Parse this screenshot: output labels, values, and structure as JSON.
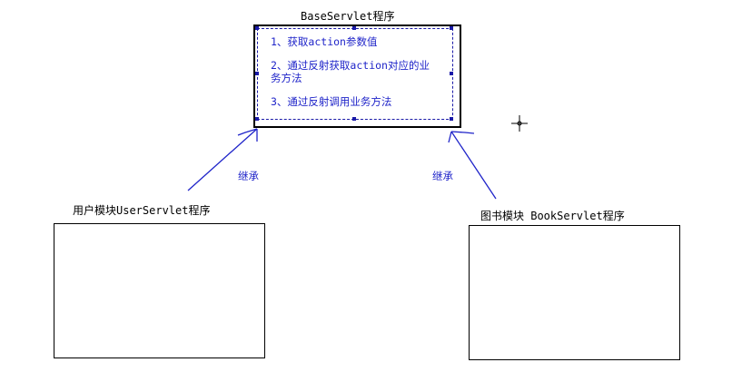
{
  "base": {
    "title": "BaseServlet程序",
    "steps": [
      "1、获取action参数值",
      "2、通过反射获取action对应的业",
      "务方法",
      "3、通过反射调用业务方法"
    ]
  },
  "user": {
    "title": "用户模块UserServlet程序"
  },
  "book": {
    "title": "图书模块 BookServlet程序"
  },
  "inherit_label": "继承",
  "colors": {
    "annotation": "#1f24c9",
    "line": "#000000"
  }
}
